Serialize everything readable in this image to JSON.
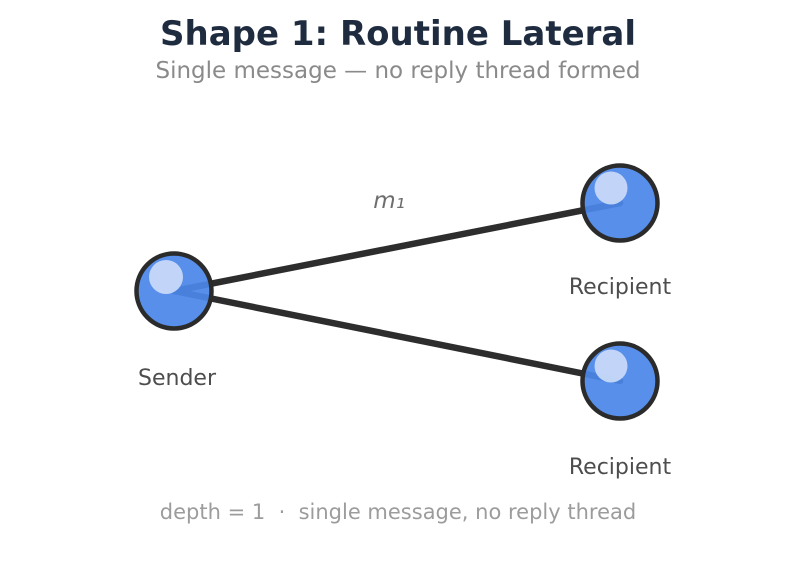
{
  "title": "Shape 1: Routine Lateral",
  "subtitle": "Single message — no reply thread formed",
  "diagram": {
    "edge_label": "m₁",
    "nodes": [
      {
        "id": "sender",
        "label": "Sender"
      },
      {
        "id": "recipient-top",
        "label": "Recipient"
      },
      {
        "id": "recipient-bottom",
        "label": "Recipient"
      }
    ],
    "edges": [
      {
        "from": "sender",
        "to": "recipient-top",
        "label": "m₁"
      },
      {
        "from": "sender",
        "to": "recipient-bottom",
        "label": ""
      }
    ]
  },
  "caption": "depth = 1  ·  single message, no reply thread",
  "colors": {
    "node_fill": "#4a86e8",
    "node_highlight": "#cbdbf8",
    "node_outline": "#2b2b2b",
    "edge": "#2d2d2d",
    "title_text": "#1f2c40",
    "subtitle_text": "#8a8a8a",
    "label_text": "#4d4d4d",
    "caption_text": "#9c9c9c"
  }
}
